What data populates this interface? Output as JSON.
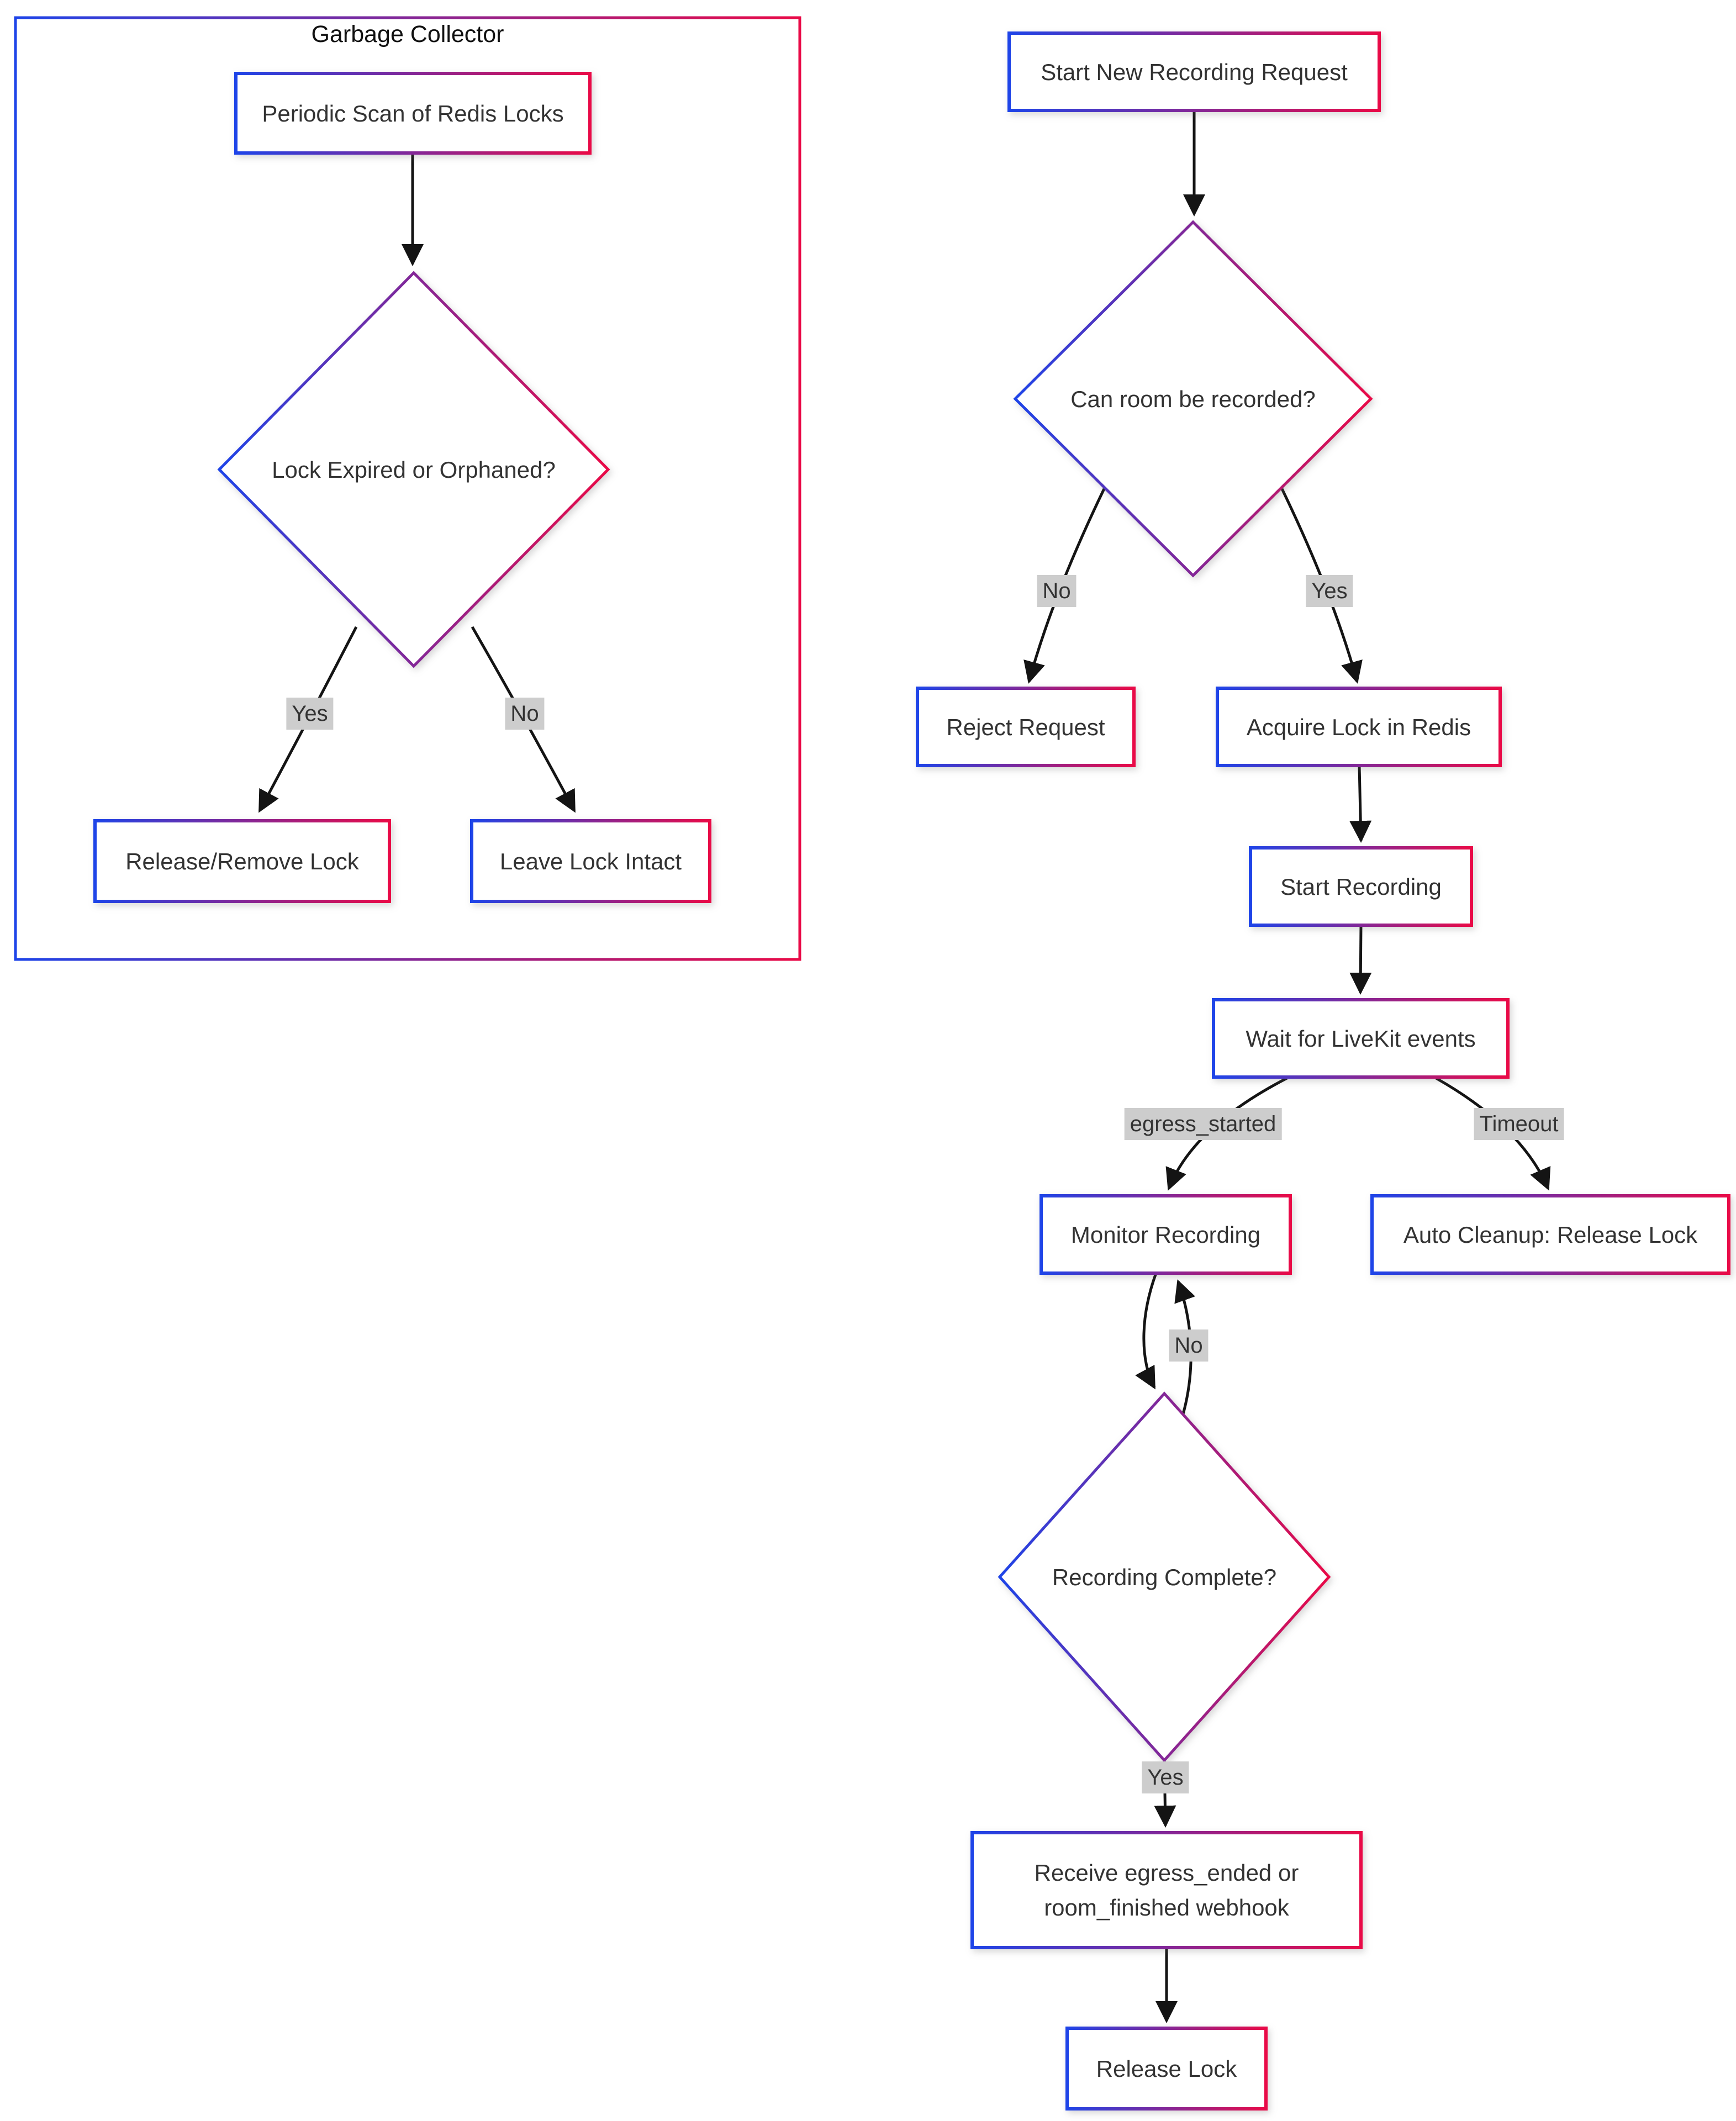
{
  "diagram": {
    "type": "flowchart",
    "background": "#ffffff",
    "node_border_gradient": {
      "from": "#1e44e8",
      "to": "#e90a47"
    },
    "node_fill": "#ffffff",
    "edge_color": "#141414",
    "edge_label_bg": "#cdcdcd",
    "text_color": "#333333"
  },
  "subgraph": {
    "title": "Garbage Collector"
  },
  "nodes": {
    "periodic_scan": {
      "label": "Periodic Scan of Redis Locks"
    },
    "lock_expired": {
      "label": "Lock Expired or Orphaned?"
    },
    "release_remove": {
      "label": "Release/Remove Lock"
    },
    "leave_intact": {
      "label": "Leave Lock Intact"
    },
    "start_request": {
      "label": "Start New Recording Request"
    },
    "can_record": {
      "label": "Can room be recorded?"
    },
    "reject_request": {
      "label": "Reject Request"
    },
    "acquire_lock": {
      "label": "Acquire Lock in Redis"
    },
    "start_recording": {
      "label": "Start Recording"
    },
    "wait_events": {
      "label": "Wait for LiveKit events"
    },
    "monitor_recording": {
      "label": "Monitor Recording"
    },
    "auto_cleanup": {
      "label": "Auto Cleanup: Release Lock"
    },
    "recording_complete": {
      "label": "Recording Complete?"
    },
    "receive_webhook": {
      "label": "Receive egress_ended or\nroom_finished webhook"
    },
    "release_lock": {
      "label": "Release Lock"
    }
  },
  "edge_labels": {
    "gc_yes": "Yes",
    "gc_no": "No",
    "record_no": "No",
    "record_yes": "Yes",
    "egress_started": "egress_started",
    "timeout": "Timeout",
    "loop_no": "No",
    "complete_yes": "Yes"
  }
}
